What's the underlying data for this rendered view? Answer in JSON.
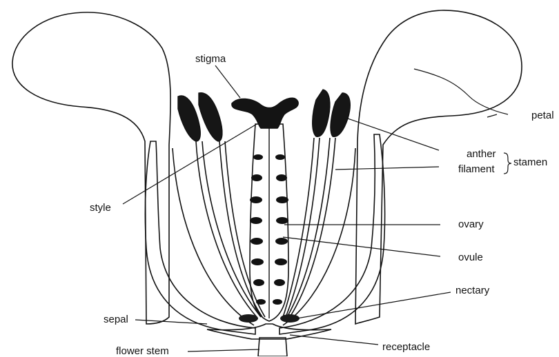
{
  "labels": {
    "stigma": "stigma",
    "petal": "petal",
    "anther": "anther",
    "filament": "filament",
    "stamen": "stamen",
    "style": "style",
    "ovary": "ovary",
    "ovule": "ovule",
    "nectary": "nectary",
    "sepal": "sepal",
    "flower_stem": "flower stem",
    "receptacle": "receptacle"
  },
  "colors": {
    "ink": "#111111",
    "petal_fill": "#f4f4f4",
    "stipple": "#555555",
    "background": "#ffffff"
  }
}
